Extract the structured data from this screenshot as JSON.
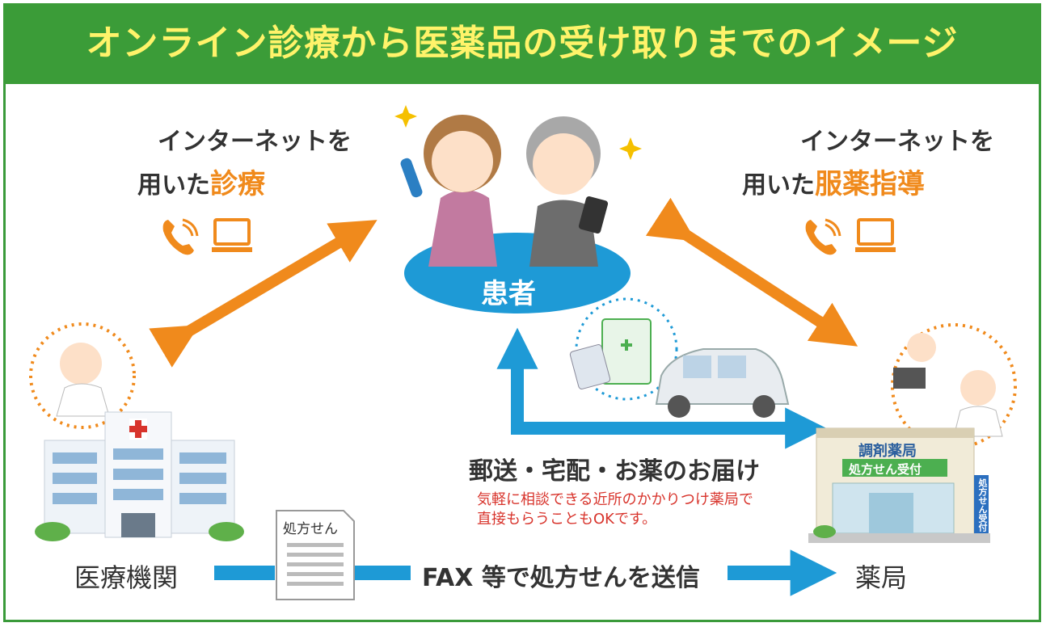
{
  "title": "オンライン診療から医薬品の受け取りまでのイメージ",
  "left_label": {
    "line1": "インターネットを",
    "line2_prefix": "用いた",
    "line2_highlight": "診療"
  },
  "right_label": {
    "line1": "インターネットを",
    "line2_prefix": "用いた",
    "line2_highlight": "服薬指導"
  },
  "patient_label": "患者",
  "hospital_label": "医療機関",
  "pharmacy_label": "薬局",
  "prescription_label": "処方せん",
  "fax_label": "FAX 等で処方せんを送信",
  "delivery_label": "郵送・宅配・お薬のお届け",
  "delivery_note_line1": "気軽に相談できる近所のかかりつけ薬局で",
  "delivery_note_line2": "直接もらうこともOKです。",
  "pharmacy_sign": "調剤薬局",
  "pharmacy_counter": "処方せん受付",
  "pharmacy_banner": "処方せん受付",
  "colors": {
    "green": "#3b9c38",
    "yellow_title": "#fff36a",
    "orange": "#f08a1c",
    "blue": "#1e9ad6",
    "red": "#d8342c"
  }
}
